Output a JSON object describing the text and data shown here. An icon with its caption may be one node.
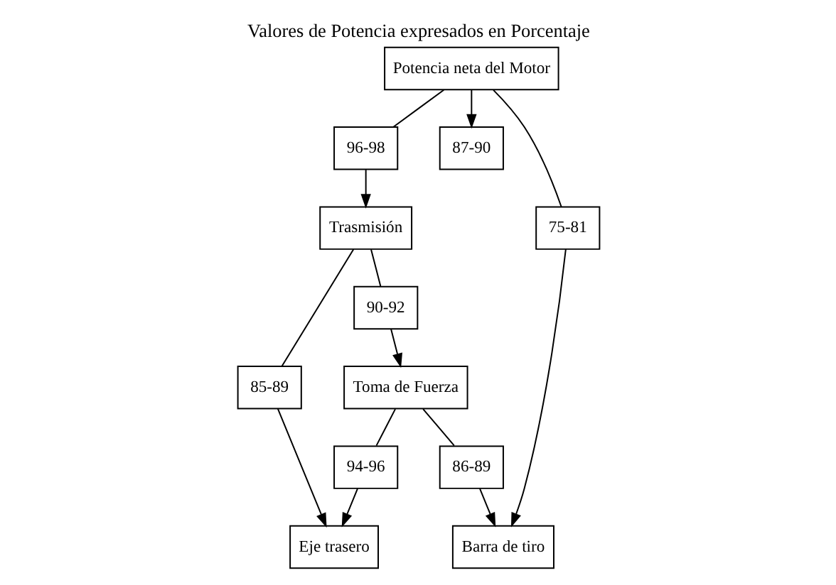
{
  "diagram": {
    "title": "Valores de Potencia expresados en Porcentaje",
    "nodes": [
      {
        "text": [
          "Potencia neta del Motor"
        ]
      },
      {
        "text": [
          "96-98"
        ]
      },
      {
        "text": [
          "Trasmisión"
        ]
      },
      {
        "text": [
          "87-90"
        ]
      },
      {
        "text": [
          "75-81"
        ]
      },
      {
        "text": [
          "90-92"
        ]
      },
      {
        "text": [
          "85-89"
        ]
      },
      {
        "text": [
          "Toma de Fuerza"
        ]
      },
      {
        "text": [
          "94-96"
        ]
      },
      {
        "text": [
          "Eje trasero"
        ]
      },
      {
        "text": [
          "86-89"
        ]
      },
      {
        "text": [
          "Barra de tiro"
        ]
      }
    ],
    "edges": [
      {
        "from": 0,
        "to": 3,
        "arrow": "to"
      },
      {
        "from": 0,
        "to": 1,
        "arrow": "none"
      },
      {
        "from": 1,
        "to": 2,
        "arrow": "to"
      },
      {
        "from": 0,
        "to": 4,
        "arrow": "none"
      },
      {
        "from": 2,
        "to": 5,
        "arrow": "none"
      },
      {
        "from": 2,
        "to": 6,
        "arrow": "none"
      },
      {
        "from": 5,
        "to": 7,
        "arrow": "to"
      },
      {
        "from": 6,
        "to": 9,
        "arrow": "to"
      },
      {
        "from": 7,
        "to": 8,
        "arrow": "none"
      },
      {
        "from": 8,
        "to": 9,
        "arrow": "to"
      },
      {
        "from": 4,
        "to": 11,
        "arrow": "to"
      },
      {
        "from": 7,
        "to": 10,
        "arrow": "none"
      },
      {
        "from": 10,
        "to": 11,
        "arrow": "to"
      }
    ]
  }
}
